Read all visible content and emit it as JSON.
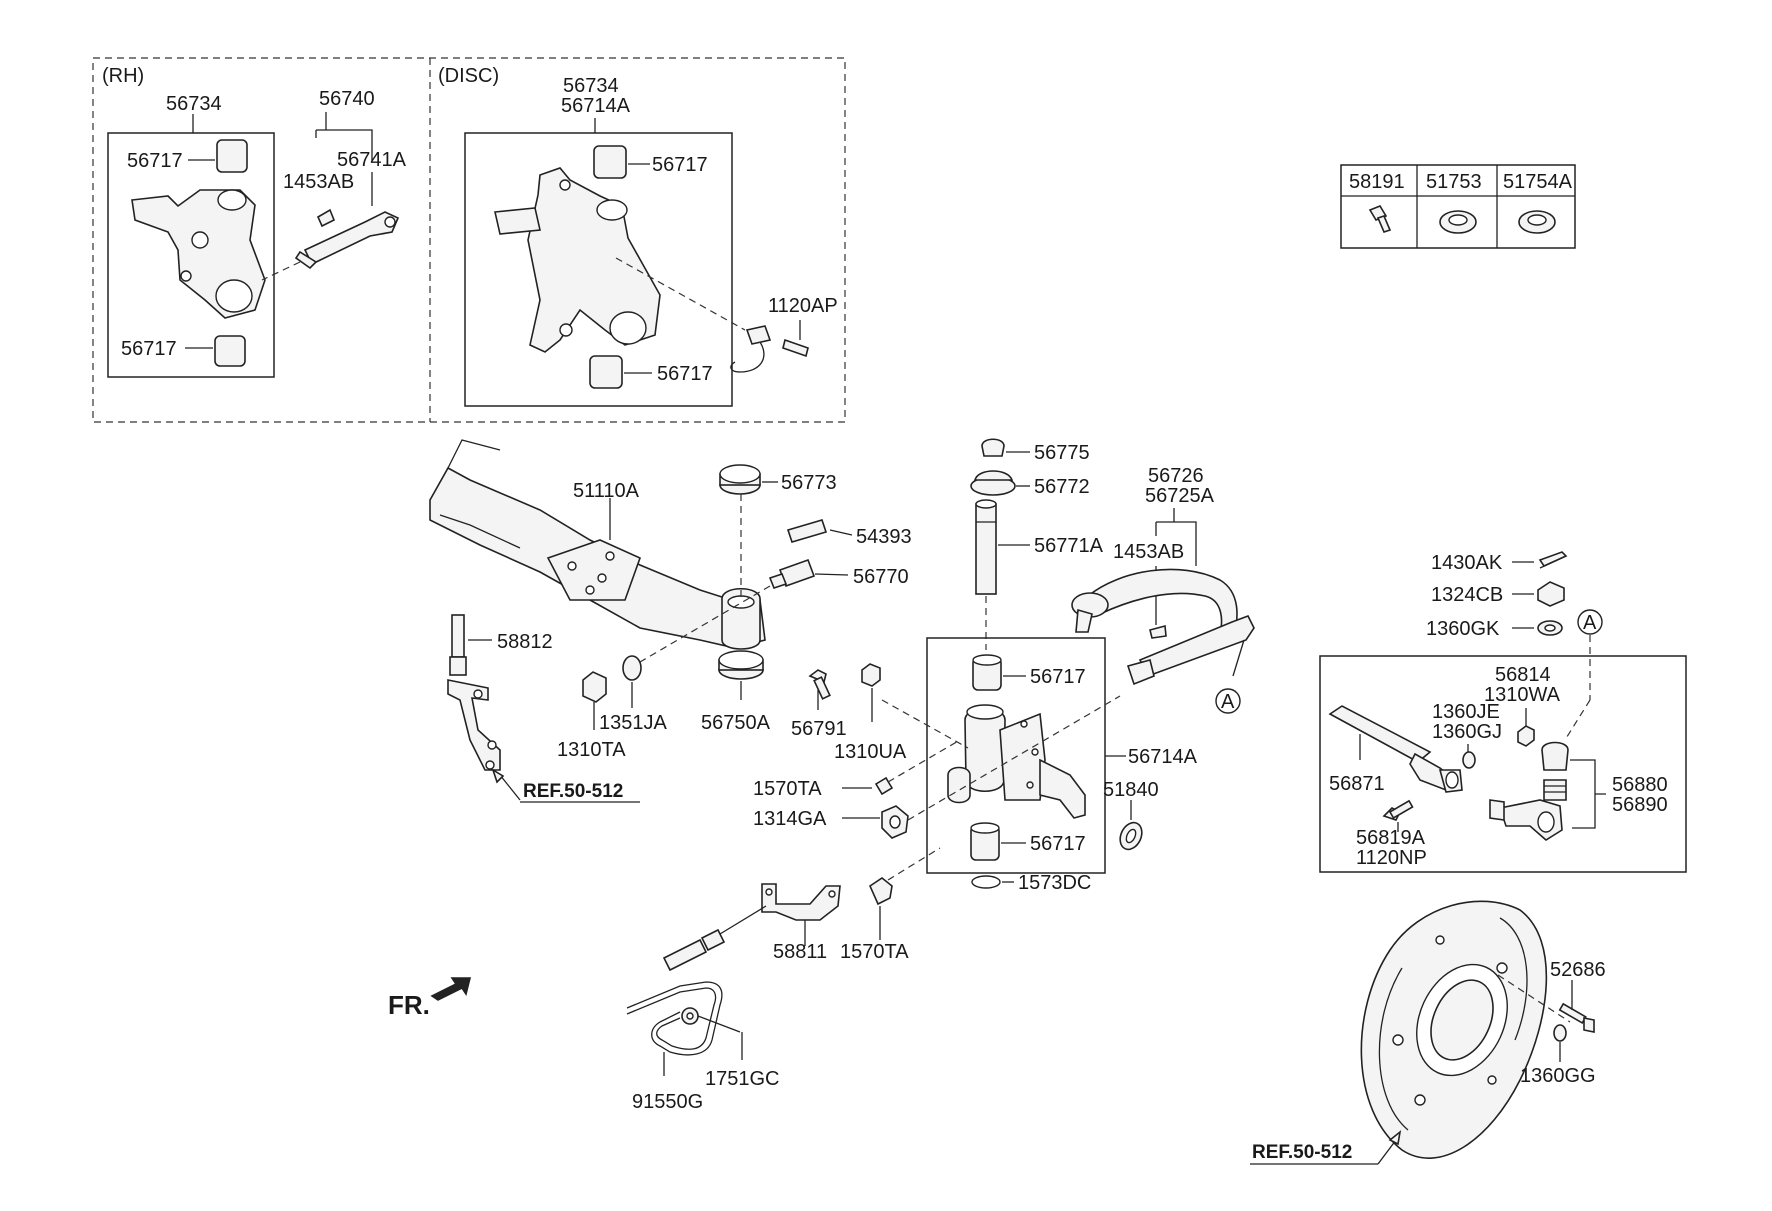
{
  "variants": {
    "rh": "(RH)",
    "disc": "(DISC)"
  },
  "table": {
    "headers": [
      "58191",
      "51753",
      "51754A"
    ]
  },
  "callout": "A",
  "labels": {
    "p56734_rh": "56734",
    "p56740": "56740",
    "p56717_rh_top": "56717",
    "p1453AB_rh": "1453AB",
    "p56741A": "56741A",
    "p56717_rh_bot": "56717",
    "p56734_disc": "56734",
    "p56714A_disc": "56714A",
    "p56717_disc_top": "56717",
    "p1120AP": "1120AP",
    "p56717_disc_bot": "56717",
    "p56775": "56775",
    "p56772": "56772",
    "p56771A": "56771A",
    "p56726": "56726",
    "p56725A": "56725A",
    "p1453AB": "1453AB",
    "p51110A": "51110A",
    "p56773": "56773",
    "p54393": "54393",
    "p56770": "56770",
    "p58812": "58812",
    "p1351JA": "1351JA",
    "p1310TA": "1310TA",
    "p56750A": "56750A",
    "p56791": "56791",
    "p1310UA": "1310UA",
    "p56717_mid_top": "56717",
    "p56714A": "56714A",
    "p51840": "51840",
    "p1570TA_a": "1570TA",
    "p1314GA": "1314GA",
    "p56717_mid_bot": "56717",
    "p1573DC": "1573DC",
    "p58811": "58811",
    "p1570TA_b": "1570TA",
    "p1751GC": "1751GC",
    "p91550G": "91550G",
    "p1430AK": "1430AK",
    "p1324CB": "1324CB",
    "p1360GK": "1360GK",
    "p56814": "56814",
    "p1310WA": "1310WA",
    "p1360JE": "1360JE",
    "p1360GJ": "1360GJ",
    "p56871": "56871",
    "p56819A": "56819A",
    "p1120NP": "1120NP",
    "p56880": "56880",
    "p56890": "56890",
    "p52686": "52686",
    "p1360GG": "1360GG"
  },
  "refs": {
    "left": "REF.50-512",
    "bottom": "REF.50-512"
  },
  "front": "FR."
}
